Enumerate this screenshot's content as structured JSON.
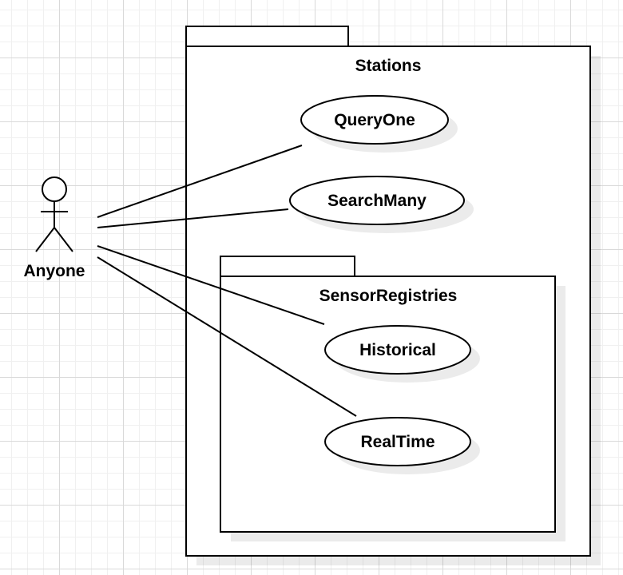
{
  "diagram": {
    "actor": {
      "label": "Anyone"
    },
    "packages": {
      "stations": {
        "label": "Stations"
      },
      "sensor_registries": {
        "label": "SensorRegistries"
      }
    },
    "use_cases": {
      "query_one": {
        "label": "QueryOne"
      },
      "search_many": {
        "label": "SearchMany"
      },
      "historical": {
        "label": "Historical"
      },
      "real_time": {
        "label": "RealTime"
      }
    }
  }
}
